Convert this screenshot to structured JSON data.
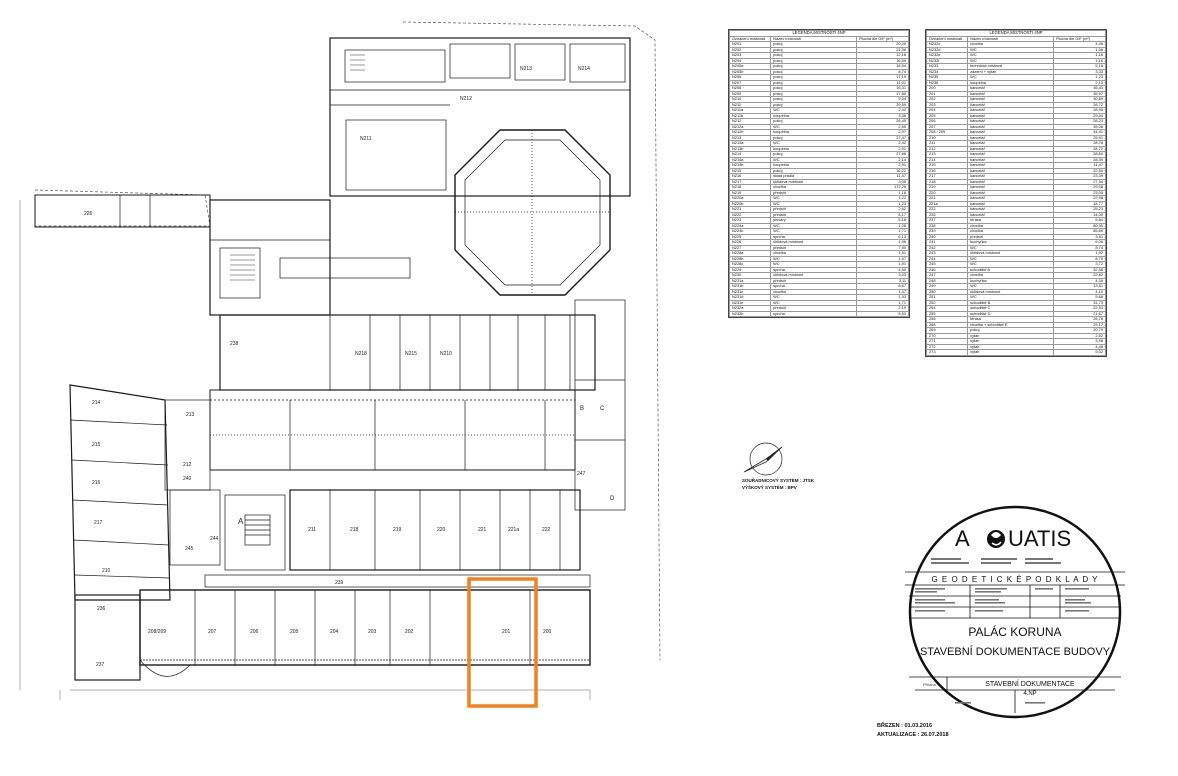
{
  "legend_left": {
    "title": "LEGENDA MÍSTNOSTÍ 4NP",
    "headers": [
      "Označení místnosti",
      "Název místnosti",
      "Plocha dle GIF (m²)"
    ],
    "rows": [
      [
        "N201",
        "pokoj",
        "20,00"
      ],
      [
        "N202",
        "pokoj",
        "21,36"
      ],
      [
        "N203",
        "pokoj",
        "12,18"
      ],
      [
        "N204",
        "pokoj",
        "16,59"
      ],
      [
        "N205a",
        "pokoj",
        "18,54"
      ],
      [
        "N205b",
        "pokoj",
        "8,74"
      ],
      [
        "N206",
        "pokoj",
        "17,19"
      ],
      [
        "N207",
        "pokoj",
        "11,01"
      ],
      [
        "N208",
        "pokoj",
        "16,31"
      ],
      [
        "N209",
        "pokoj",
        "17,80"
      ],
      [
        "N210",
        "pokoj",
        "9,04"
      ],
      [
        "N211",
        "pokoj",
        "29,59"
      ],
      [
        "N211a",
        "WC",
        "2,42"
      ],
      [
        "N211b",
        "koupelna",
        "3,36"
      ],
      [
        "N212",
        "pokoj",
        "26,45"
      ],
      [
        "N212a",
        "WC",
        "2,55"
      ],
      [
        "N212b",
        "koupelna",
        "2,97"
      ],
      [
        "N213",
        "pokoj",
        "27,47"
      ],
      [
        "N213a",
        "WC",
        "2,42"
      ],
      [
        "N213b",
        "koupelna",
        "2,91"
      ],
      [
        "N214",
        "pokoj",
        "27,66"
      ],
      [
        "N214a",
        "WC",
        "2,14"
      ],
      [
        "N214b",
        "koupelna",
        "2,91"
      ],
      [
        "N215",
        "pokoj",
        "16,22"
      ],
      [
        "N216",
        "sklad prádla",
        "11,47"
      ],
      [
        "N217",
        "úklidová místnost",
        "3,09"
      ],
      [
        "N218",
        "chodba",
        "172,26"
      ],
      [
        "N219",
        "předsíň",
        "1,16"
      ],
      [
        "N220a",
        "WC",
        "1,22"
      ],
      [
        "N220b",
        "WC",
        "1,23"
      ],
      [
        "N221",
        "předsíň",
        "2,62"
      ],
      [
        "N222",
        "předsíň",
        "8,17"
      ],
      [
        "N223",
        "pisoáry",
        "5,16"
      ],
      [
        "N224a",
        "WC",
        "1,28"
      ],
      [
        "N224b",
        "WC",
        "1,71"
      ],
      [
        "N225",
        "sprcha",
        "6,13"
      ],
      [
        "N226",
        "úklidová místnost",
        "1,96"
      ],
      [
        "N227",
        "předsíň",
        "7,90"
      ],
      [
        "N228a",
        "chodba",
        "1,51"
      ],
      [
        "N228b",
        "WC",
        "1,57"
      ],
      [
        "N228c",
        "WC",
        "1,91"
      ],
      [
        "N229",
        "sprcha",
        "4,50"
      ],
      [
        "N230",
        "úklidová místnost",
        "3,03"
      ],
      [
        "N231a",
        "předsíň",
        "3,11"
      ],
      [
        "N231b",
        "sprcha",
        "8,67"
      ],
      [
        "N231c",
        "chodba",
        "1,47"
      ],
      [
        "N231d",
        "WC",
        "1,43"
      ],
      [
        "N231e",
        "WC",
        "1,71"
      ],
      [
        "N232a",
        "předsíň",
        "2,19"
      ],
      [
        "N232b",
        "sprcha",
        "5,53"
      ]
    ]
  },
  "legend_right": {
    "title": "LEGENDA MÍSTNOSTÍ 4NP",
    "headers": [
      "Označení místnosti",
      "Název místnosti",
      "Plocha dle GIF (m²)"
    ],
    "rows": [
      [
        "N232c",
        "chodba",
        "4,46"
      ],
      [
        "N232d",
        "WC",
        "1,06"
      ],
      [
        "N232e",
        "WC",
        "1,16"
      ],
      [
        "N232f",
        "WC",
        "1,16"
      ],
      [
        "N233",
        "technická místnost",
        "5,18"
      ],
      [
        "N234",
        "zázemí + výtah",
        "3,33"
      ],
      [
        "N235",
        "WC",
        "1,23"
      ],
      [
        "N236",
        "koupelna",
        "2,13"
      ],
      [
        "200",
        "kancelář",
        "35,43"
      ],
      [
        "201",
        "kancelář",
        "35,97"
      ],
      [
        "202",
        "kancelář",
        "30,89"
      ],
      [
        "203",
        "kancelář",
        "28,72"
      ],
      [
        "204",
        "kancelář",
        "28,95"
      ],
      [
        "205",
        "kancelář",
        "29,94"
      ],
      [
        "206",
        "kancelář",
        "28,23"
      ],
      [
        "207",
        "kancelář",
        "35,06"
      ],
      [
        "208 / 209",
        "kancelář",
        "44,41"
      ],
      [
        "210",
        "kancelář",
        "25,91"
      ],
      [
        "211",
        "kancelář",
        "28,76"
      ],
      [
        "212",
        "kancelář",
        "28,72"
      ],
      [
        "213",
        "kancelář",
        "28,60"
      ],
      [
        "214",
        "kancelář",
        "28,39"
      ],
      [
        "215",
        "kancelář",
        "11,47"
      ],
      [
        "216",
        "kancelář",
        "22,50"
      ],
      [
        "217",
        "kancelář",
        "23,39"
      ],
      [
        "218",
        "kancelář",
        "27,94"
      ],
      [
        "219",
        "kancelář",
        "29,08"
      ],
      [
        "220",
        "kancelář",
        "23,05"
      ],
      [
        "221",
        "kancelář",
        "22,98"
      ],
      [
        "221a",
        "kancelář",
        "18,77"
      ],
      [
        "222",
        "kancelář",
        "25,23"
      ],
      [
        "226",
        "kancelář",
        "14,00"
      ],
      [
        "237",
        "terasa",
        "5,84"
      ],
      [
        "238",
        "chodba",
        "80,95"
      ],
      [
        "239",
        "chodba",
        "65,69"
      ],
      [
        "240",
        "předsíň",
        "3,51"
      ],
      [
        "241",
        "kuchyňka",
        "6,06"
      ],
      [
        "242",
        "WC",
        "8,74"
      ],
      [
        "243",
        "úklidová místnost",
        "1,92"
      ],
      [
        "244",
        "WC",
        "8,79"
      ],
      [
        "245",
        "WC",
        "3,72"
      ],
      [
        "246",
        "schodiště A",
        "32,58"
      ],
      [
        "247",
        "chodba",
        "22,82"
      ],
      [
        "248",
        "kuchyňka",
        "4,30"
      ],
      [
        "249",
        "WC",
        "13,51"
      ],
      [
        "250",
        "úklidová místnost",
        "4,10"
      ],
      [
        "251",
        "WC",
        "5,68"
      ],
      [
        "252",
        "schodiště B",
        "31,73"
      ],
      [
        "254",
        "schodiště C",
        "22,53"
      ],
      [
        "255",
        "schodiště D",
        "21,67"
      ],
      [
        "256",
        "terasa",
        "26,76"
      ],
      [
        "268",
        "chodba + schodiště E",
        "29,17"
      ],
      [
        "269",
        "pokoj",
        "20,79"
      ],
      [
        "270",
        "výtah",
        "2,52"
      ],
      [
        "271",
        "výtah",
        "3,98"
      ],
      [
        "272",
        "výtah",
        "4,48"
      ],
      [
        "273",
        "výtah",
        "5,02"
      ]
    ]
  },
  "survey_system": {
    "line1": "SOUŘADNICOVÝ SYSTÉM : JTSK",
    "line2": "VÝŠKOVÝ SYSTÉM : BPV"
  },
  "stamp": {
    "logo_a": "A",
    "logo_rest": "UATIS",
    "heading": "G E O D E T I C K É   P O D K L A D Y",
    "project_name": "PALÁC KORUNA",
    "project_desc": "STAVEBNÍ DOKUMENTACE  BUDOVY",
    "sheet_title": "STAVEBNÍ DOKUMENTACE",
    "sheet_floor": "4.NP",
    "field_label": "Příloha"
  },
  "dates": {
    "date_line": "BŘEZEN : 01.03.2016",
    "update_line": "AKTUALIZACE : 26.07.2018"
  },
  "rooms": {
    "bottom": [
      "208/209",
      "207",
      "206",
      "205",
      "204",
      "203",
      "202",
      "201",
      "200"
    ],
    "mid": [
      "211",
      "218",
      "219",
      "220",
      "221",
      "221a",
      "222"
    ],
    "left": [
      "214",
      "215",
      "216",
      "217",
      "210",
      "212",
      "213"
    ],
    "misc": [
      "236",
      "237",
      "226",
      "239",
      "A",
      "B",
      "240",
      "247",
      "245",
      "238",
      "244",
      "C",
      "D",
      "N218",
      "N211",
      "N212",
      "N213",
      "N214",
      "N215",
      "N210"
    ]
  },
  "colors": {
    "highlight": "#f4811f",
    "line": "#1a1a1a"
  }
}
